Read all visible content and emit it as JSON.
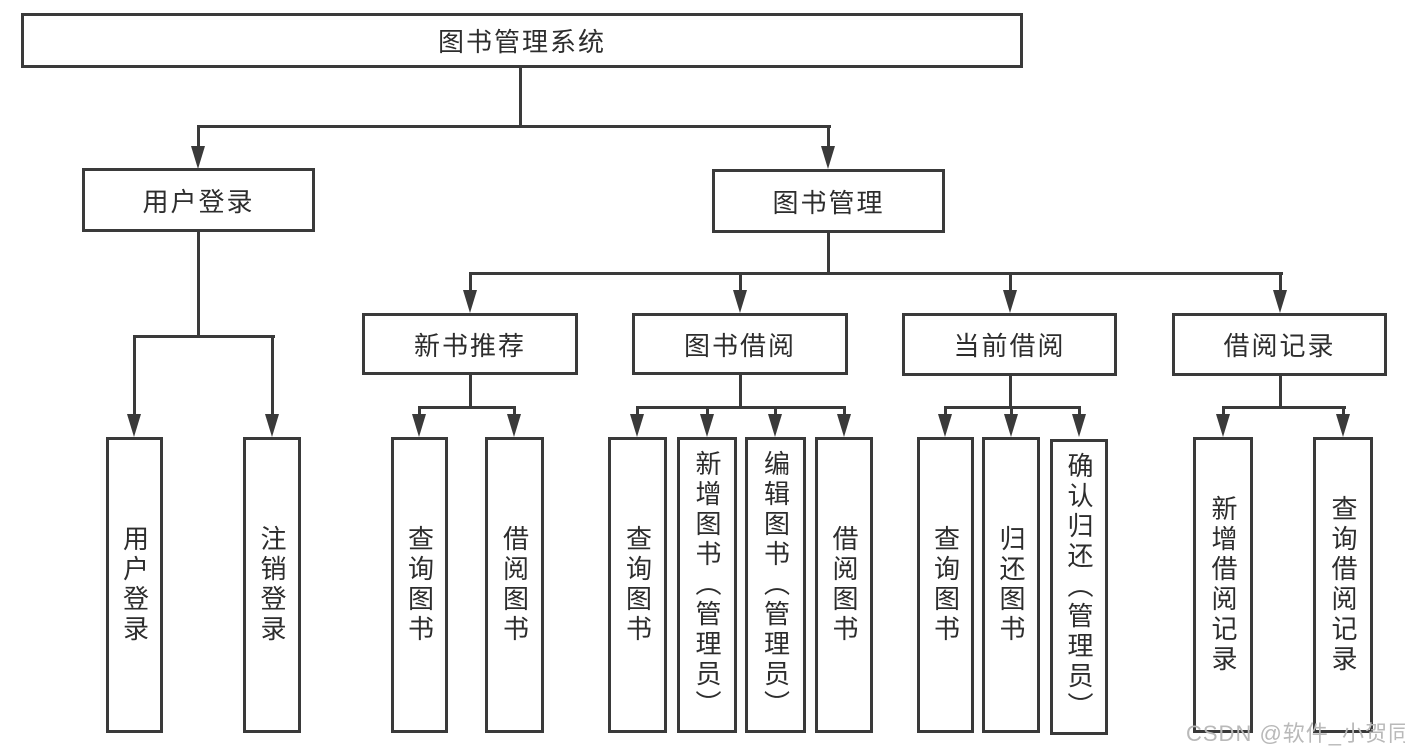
{
  "diagram": {
    "root": {
      "label": "图书管理系统"
    },
    "branches": [
      {
        "label": "用户登录",
        "children": [
          {
            "label": "用户登录"
          },
          {
            "label": "注销登录"
          }
        ]
      },
      {
        "label": "图书管理",
        "groups": [
          {
            "label": "新书推荐",
            "children": [
              {
                "label": "查询图书"
              },
              {
                "label": "借阅图书"
              }
            ]
          },
          {
            "label": "图书借阅",
            "children": [
              {
                "label": "查询图书"
              },
              {
                "label": "新增图书（管理员）"
              },
              {
                "label": "编辑图书（管理员）"
              },
              {
                "label": "借阅图书"
              }
            ]
          },
          {
            "label": "当前借阅",
            "children": [
              {
                "label": "查询图书"
              },
              {
                "label": "归还图书"
              },
              {
                "label": "确认归还（管理员）"
              }
            ]
          },
          {
            "label": "借阅记录",
            "children": [
              {
                "label": "新增借阅记录"
              },
              {
                "label": "查询借阅记录"
              }
            ]
          }
        ]
      }
    ]
  },
  "watermark": {
    "text": "CSDN @软件_小贺同学"
  },
  "colors": {
    "line": "#3a3a3a",
    "text": "#2d2d2d",
    "background": "#ffffff",
    "watermark": "#b9b9b9"
  }
}
